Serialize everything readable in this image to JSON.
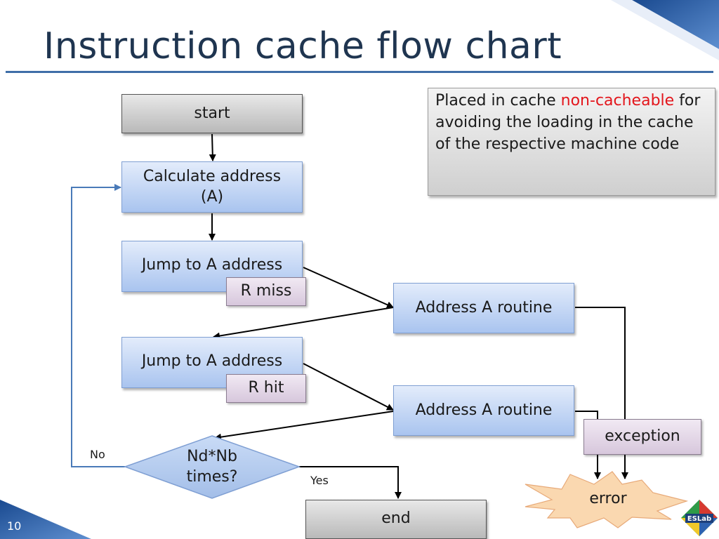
{
  "slide": {
    "title": "Instruction cache flow chart",
    "page_number": "10"
  },
  "note": {
    "part1": "Placed in cache ",
    "highlight": "non-cacheable",
    "part2": " for avoiding the loading in the cache of the respective machine code",
    "highlight_color": "#e3161c"
  },
  "nodes": {
    "start": "start",
    "calc_line1": "Calculate address",
    "calc_line2": "(A)",
    "jump1": "Jump to A address",
    "r_miss": "R miss",
    "routine1": "Address A routine",
    "jump2": "Jump to A address",
    "r_hit": "R hit",
    "routine2": "Address A routine",
    "exception": "exception",
    "decision_line1": "Nd*Nb",
    "decision_line2": "times?",
    "error": "error",
    "end": "end"
  },
  "edge_labels": {
    "no": "No",
    "yes": "Yes"
  },
  "logo": {
    "text": "ESLab"
  },
  "colors": {
    "title": "#1f3550",
    "accent_blue": "#3f6ea8",
    "process_fill": "#a9c4ef",
    "terminal_fill": "#c0c0c0",
    "tag_fill": "#d7c7dc",
    "error_burst": "#fad8b0"
  }
}
